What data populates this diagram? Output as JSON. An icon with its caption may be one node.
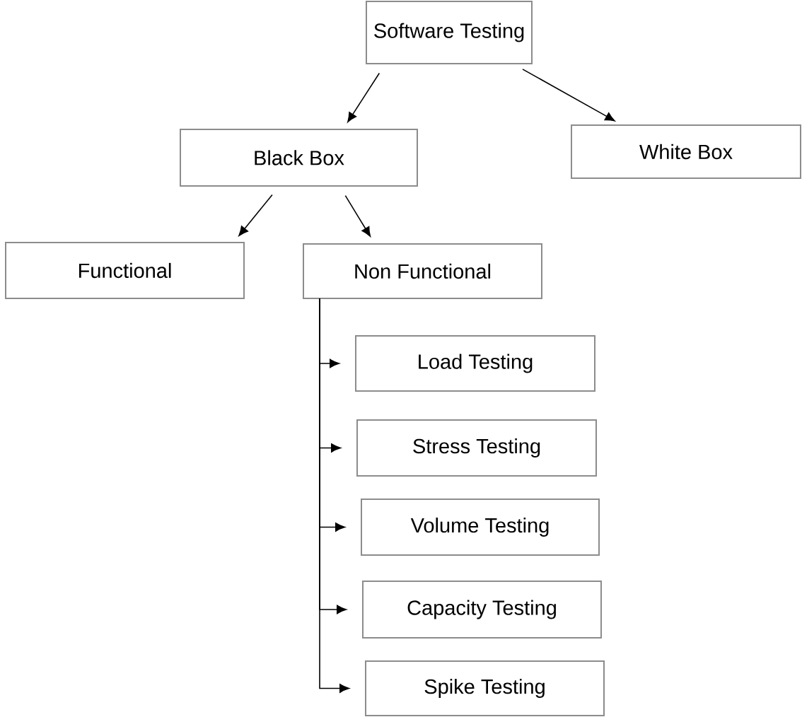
{
  "diagram": {
    "nodes": [
      {
        "text": [
          "Software Testing"
        ]
      },
      {
        "text": [
          "Black Box"
        ]
      },
      {
        "text": [
          "White Box"
        ]
      },
      {
        "text": [
          "Functional"
        ]
      },
      {
        "text": [
          "Non Functional"
        ]
      },
      {
        "text": [
          "Load Testing"
        ]
      },
      {
        "text": [
          "Stress Testing"
        ]
      },
      {
        "text": [
          "Volume Testing"
        ]
      },
      {
        "text": [
          "Capacity Testing"
        ]
      },
      {
        "text": [
          "Spike Testing"
        ]
      }
    ],
    "edges": [
      {
        "from": 0,
        "to": 1,
        "arrow": "to"
      },
      {
        "from": 0,
        "to": 2,
        "arrow": "to"
      },
      {
        "from": 1,
        "to": 3,
        "arrow": "to"
      },
      {
        "from": 1,
        "to": 4,
        "arrow": "to"
      },
      {
        "from": 4,
        "to": 5,
        "arrow": "to"
      },
      {
        "from": 4,
        "to": 6,
        "arrow": "to"
      },
      {
        "from": 4,
        "to": 7,
        "arrow": "to"
      },
      {
        "from": 4,
        "to": 8,
        "arrow": "to"
      },
      {
        "from": 4,
        "to": 9,
        "arrow": "to"
      }
    ]
  }
}
